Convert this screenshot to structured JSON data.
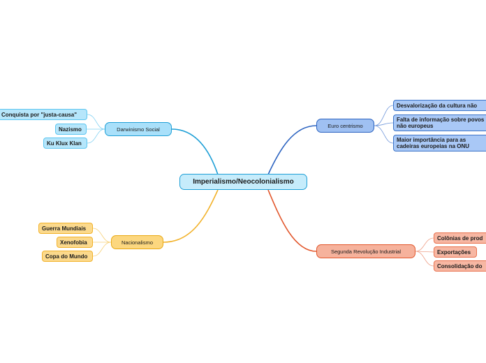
{
  "root": "Imperialismo/Neocolonialismo",
  "branches": {
    "darwinismo": {
      "label": "Darwinismo Social",
      "color": "#1e9fd6",
      "items": [
        "Conquista por \"justa-causa\"",
        "Nazismo",
        "Ku Klux Klan"
      ]
    },
    "nacionalismo": {
      "label": "Nacionalismo",
      "color": "#f2b22a",
      "items": [
        "Guerra Mundiais",
        "Xenofobia",
        "Copa do Mundo"
      ]
    },
    "euro": {
      "label": "Euro centrismo",
      "color": "#2a62c0",
      "items": [
        "Desvalorização da cultura não",
        "Falta de informação sobre povos não europeus",
        "Maior importância para as cadeiras europeias na ONU"
      ]
    },
    "revolucao": {
      "label": "Segunda Revolução Industrial",
      "color": "#e2562b",
      "items": [
        "Colônias de prod",
        "Exportações",
        "Consolidação do"
      ]
    }
  }
}
